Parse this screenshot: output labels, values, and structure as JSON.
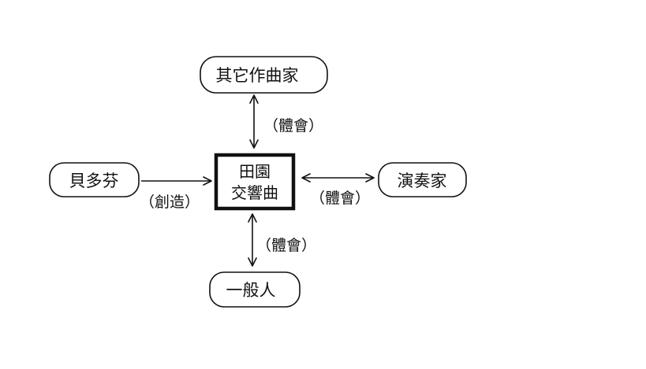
{
  "nodes": {
    "top": {
      "label": "其它作曲家"
    },
    "left": {
      "label": "貝多芬"
    },
    "center": {
      "line1": "田園",
      "line2": "交響曲"
    },
    "right": {
      "label": "演奏家"
    },
    "bottom": {
      "label": "一般人"
    }
  },
  "edges": {
    "top_center": {
      "label": "（體會）",
      "direction": "both"
    },
    "left_center": {
      "label": "（創造）",
      "direction": "forward"
    },
    "center_right": {
      "label": "（體會）",
      "direction": "both"
    },
    "bottom_center": {
      "label": "（體會）",
      "direction": "both"
    }
  },
  "colors": {
    "stroke": "#111111",
    "background": "#ffffff"
  }
}
